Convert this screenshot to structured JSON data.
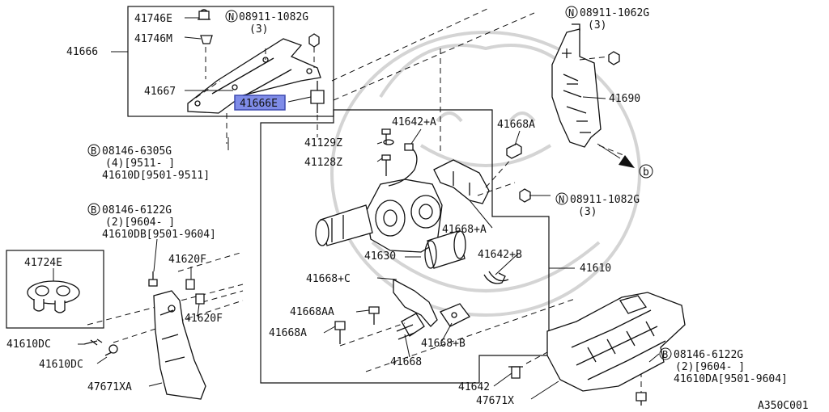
{
  "diagram": {
    "corner_code": "A350C001",
    "reference_marker": "b",
    "highlight_color": "#7f8ce8",
    "labels": {
      "p41746E": "41746E",
      "p41746M": "41746M",
      "n08911_1082G_top": "08911-1082G",
      "n08911_1082G_top_qty": "(3)",
      "p41666": "41666",
      "p41667": "41667",
      "p41666E": "41666E",
      "n08911_1062G": "08911-1062G",
      "n08911_1062G_qty": "(3)",
      "p41690": "41690",
      "p41642A": "41642+A",
      "p41668A_top": "41668A",
      "p41129Z": "41129Z",
      "p41128Z": "41128Z",
      "b08146_6305G": "08146-6305G",
      "b08146_6305G_line2": "(4)[9511-   ]",
      "p41610D": "41610D[9501-9511]",
      "n08911_1082G_mid": "08911-1082G",
      "n08911_1082G_mid_qty": "(3)",
      "p41668A_plus": "41668+A",
      "b08146_6122G_left": "08146-6122G",
      "b08146_6122G_left_line2": "(2)[9604-   ]",
      "p41610DB": "41610DB[9501-9604]",
      "p41724E": "41724E",
      "p41620F_top": "41620F",
      "p41630": "41630",
      "p41642B": "41642+B",
      "p41610": "41610",
      "p41668C": "41668+C",
      "p41620F_bottom": "41620F",
      "p41668AA": "41668AA",
      "p41610DC_top": "41610DC",
      "p41668A_bottom": "41668A",
      "p41668B": "41668+B",
      "p41610DC_bottom": "41610DC",
      "p41668": "41668",
      "b08146_6122G_right": "08146-6122G",
      "b08146_6122G_right_line2": "(2)[9604-   ]",
      "p41610DA": "41610DA[9501-9604]",
      "p41642": "41642",
      "p47671XA": "47671XA",
      "p47671X": "47671X"
    },
    "prefix_B": "B",
    "prefix_N": "N"
  }
}
